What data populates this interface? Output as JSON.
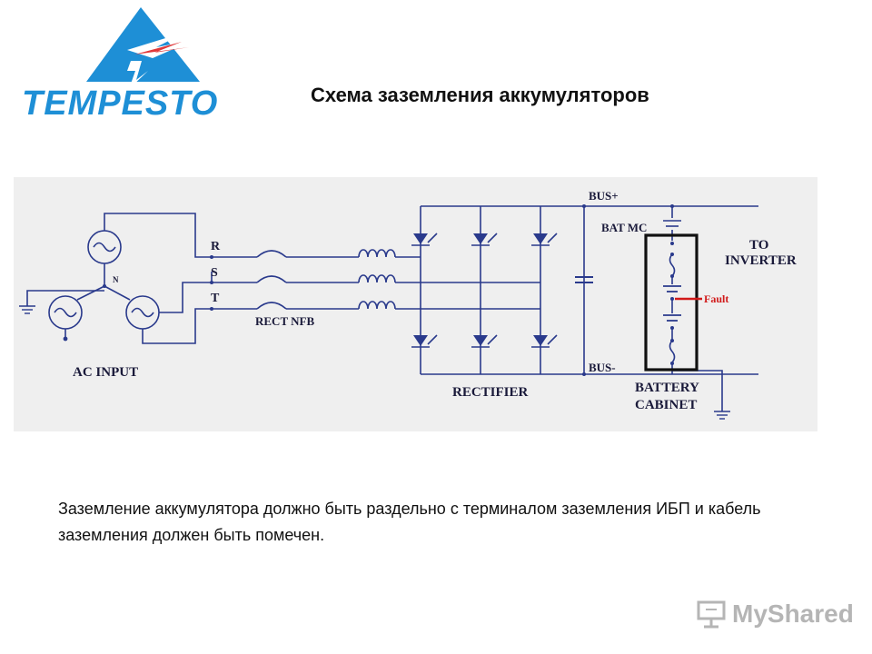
{
  "logo": {
    "text": "TEMPESTO",
    "colors": {
      "blue": "#1e8fd6",
      "red": "#e0383a"
    }
  },
  "title": "Схема заземления аккумуляторов",
  "diagram": {
    "labels": {
      "r": "R",
      "s": "S",
      "t": "T",
      "n": "N",
      "ac_input": "AC INPUT",
      "rect_nfb": "RECT NFB",
      "rectifier": "RECTIFIER",
      "bus_plus": "BUS+",
      "bus_minus": "BUS-",
      "bat_mc": "BAT MC",
      "to_inverter_1": "TO",
      "to_inverter_2": "INVERTER",
      "battery_1": "BATTERY",
      "battery_2": "CABINET",
      "fault": "Fault"
    },
    "colors": {
      "wire": "#2a3a8c",
      "fault": "#d11a1a",
      "background": "#efefef"
    }
  },
  "caption": "Заземление аккумулятора должно быть раздельно с терминалом заземления ИБП и кабель заземления должен быть помечен.",
  "watermark": {
    "text": "MyShared"
  }
}
